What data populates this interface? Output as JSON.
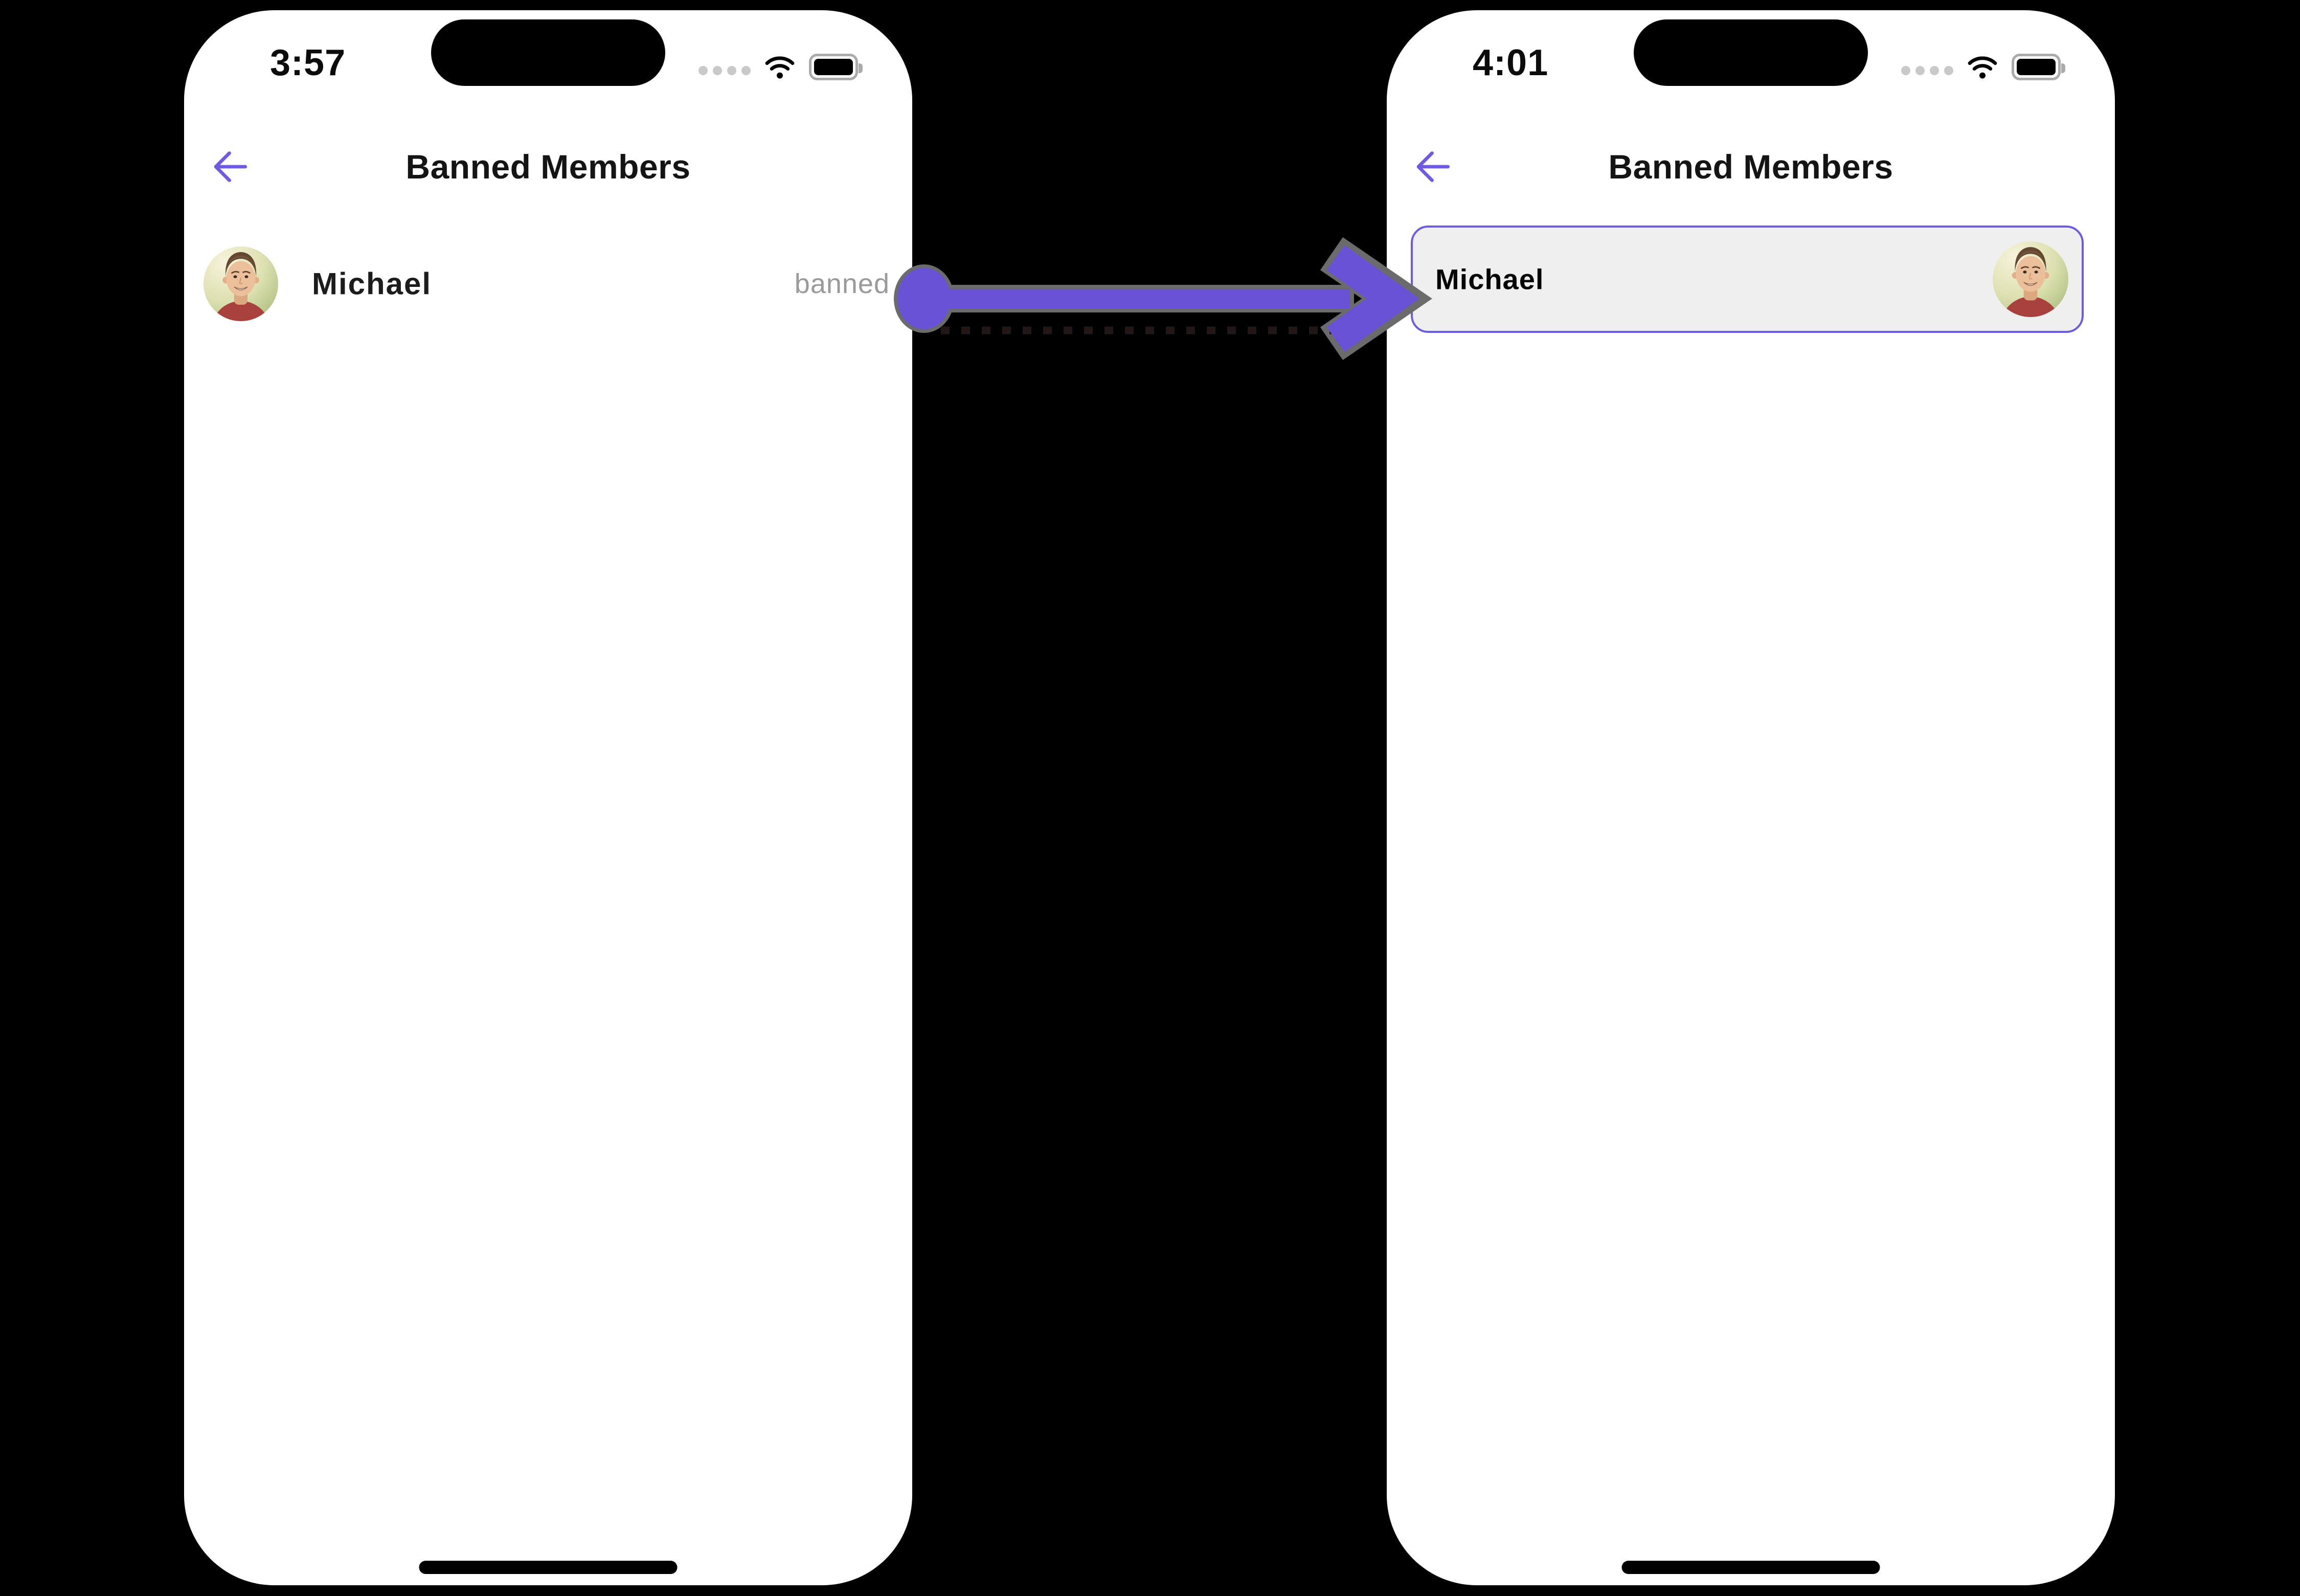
{
  "colors": {
    "accent": "#6e5be4",
    "arrow": "#6a52d6",
    "muted": "#9a9a9a",
    "card-bg": "#efefef",
    "phone-bg": "#ffffff",
    "canvas-bg": "#000000"
  },
  "icons": {
    "back": "arrow-left-icon",
    "cellular": "cellular-signal-dots-icon",
    "wifi": "wifi-icon",
    "battery": "battery-icon",
    "avatar": "member-avatar-photo",
    "connector": "arrow-right-connector"
  },
  "left_phone": {
    "status_bar": {
      "time": "3:57"
    },
    "header": {
      "title": "Banned Members"
    },
    "member": {
      "name": "Michael",
      "status": "banned"
    }
  },
  "right_phone": {
    "status_bar": {
      "time": "4:01"
    },
    "header": {
      "title": "Banned Members"
    },
    "member": {
      "name": "Michael"
    }
  }
}
